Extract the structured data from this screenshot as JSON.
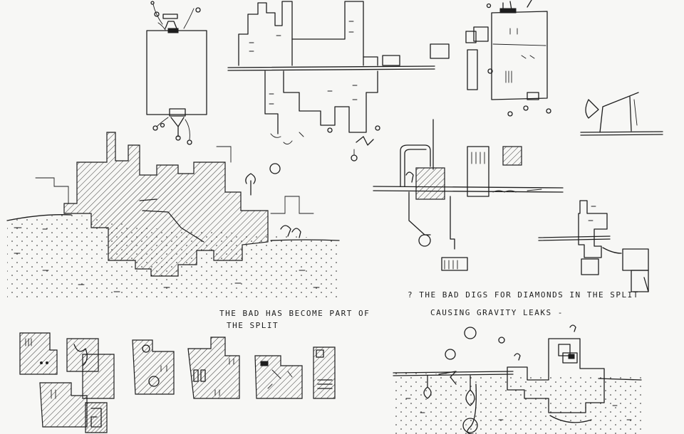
{
  "sheet": {
    "background": "#f7f7f5",
    "ink_color": "#1e1e1e"
  },
  "notes": {
    "bad_part_line1": "THE BAD HAS BECOME PART OF",
    "bad_part_line2": "THE SPLIT",
    "diamonds_line1": "? THE BAD DIGS FOR DIAMONDS IN THE SPLIT",
    "diamonds_line2": "CAUSING GRAVITY LEAKS -"
  },
  "sketches": [
    {
      "name": "tall-tower-with-flowers"
    },
    {
      "name": "mirrored-city-across-horizon"
    },
    {
      "name": "tower-with-window-blocks"
    },
    {
      "name": "catapult-lever"
    },
    {
      "name": "hatched-mountain-landscape"
    },
    {
      "name": "pipe-and-tank-machine"
    },
    {
      "name": "stacked-block-structure"
    },
    {
      "name": "hatched-block-collection"
    },
    {
      "name": "diamond-digging-ground"
    }
  ]
}
